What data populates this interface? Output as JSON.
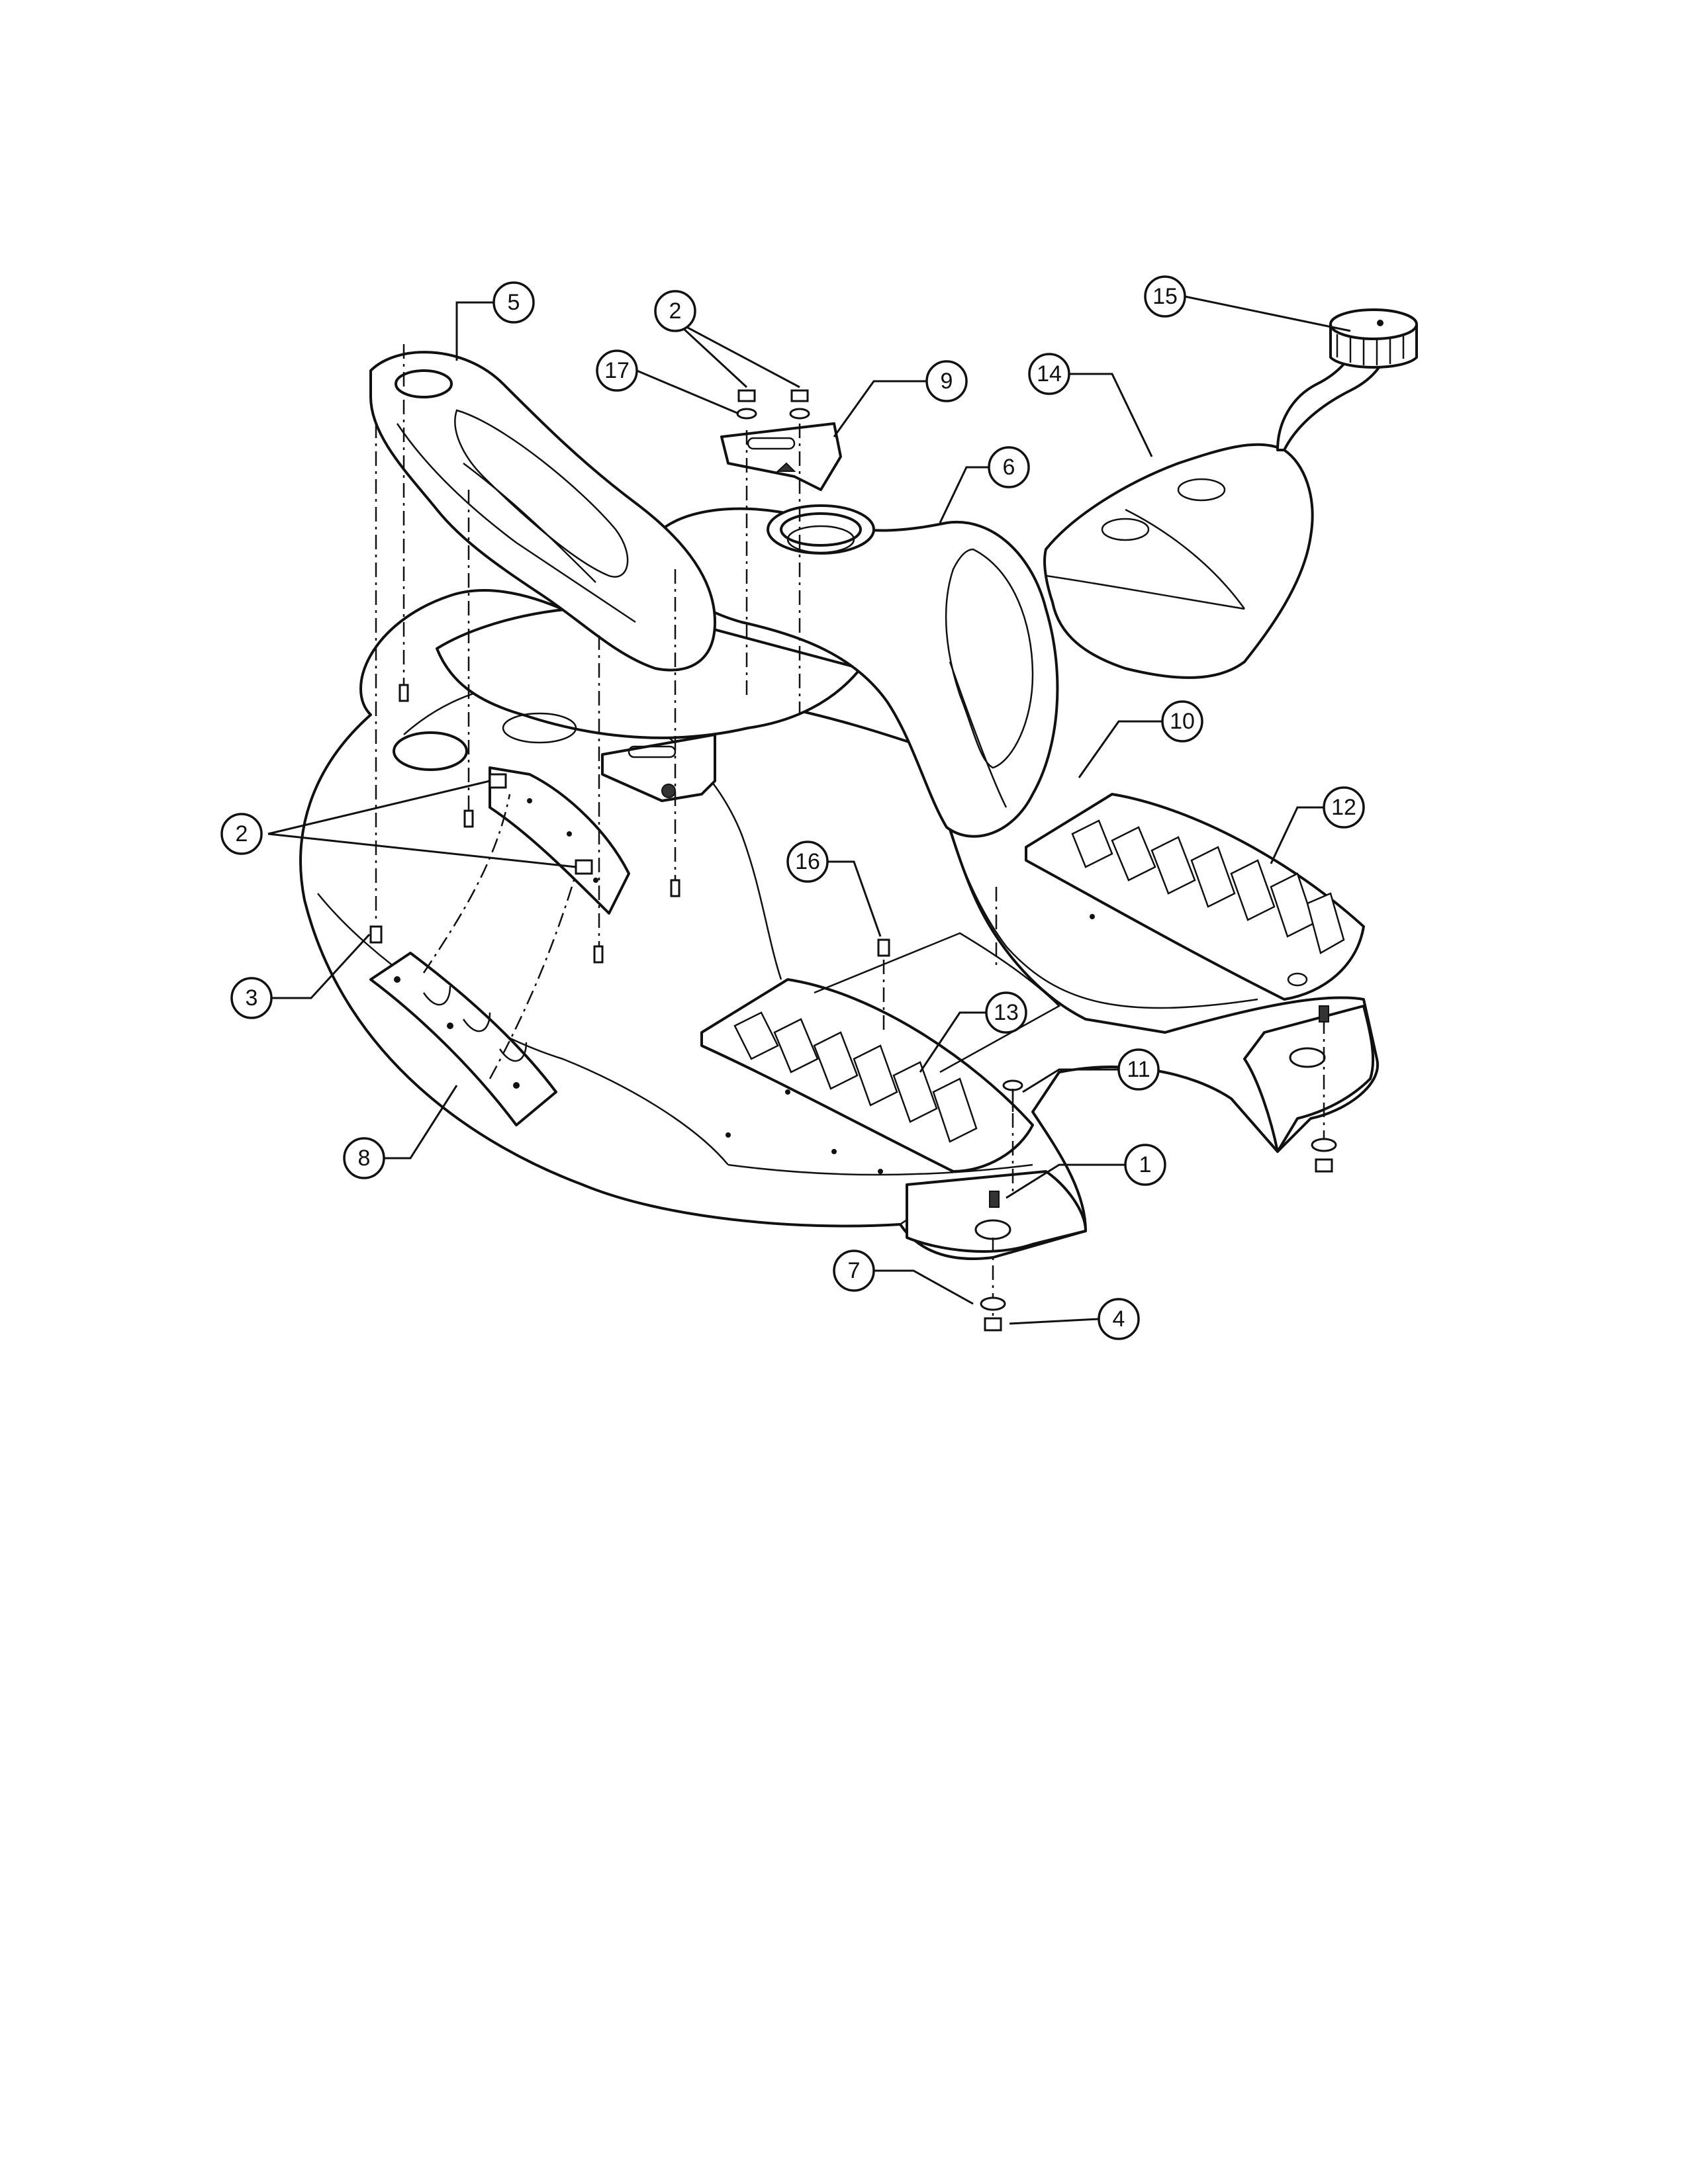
{
  "diagram": {
    "callouts": [
      {
        "id": "c1",
        "label": "1"
      },
      {
        "id": "c2a",
        "label": "2"
      },
      {
        "id": "c2b",
        "label": "2"
      },
      {
        "id": "c3",
        "label": "3"
      },
      {
        "id": "c4",
        "label": "4"
      },
      {
        "id": "c5",
        "label": "5"
      },
      {
        "id": "c6",
        "label": "6"
      },
      {
        "id": "c7",
        "label": "7"
      },
      {
        "id": "c8",
        "label": "8"
      },
      {
        "id": "c9",
        "label": "9"
      },
      {
        "id": "c10",
        "label": "10"
      },
      {
        "id": "c11",
        "label": "11"
      },
      {
        "id": "c12",
        "label": "12"
      },
      {
        "id": "c13",
        "label": "13"
      },
      {
        "id": "c14",
        "label": "14"
      },
      {
        "id": "c15",
        "label": "15"
      },
      {
        "id": "c16",
        "label": "16"
      },
      {
        "id": "c17",
        "label": "17"
      }
    ]
  }
}
